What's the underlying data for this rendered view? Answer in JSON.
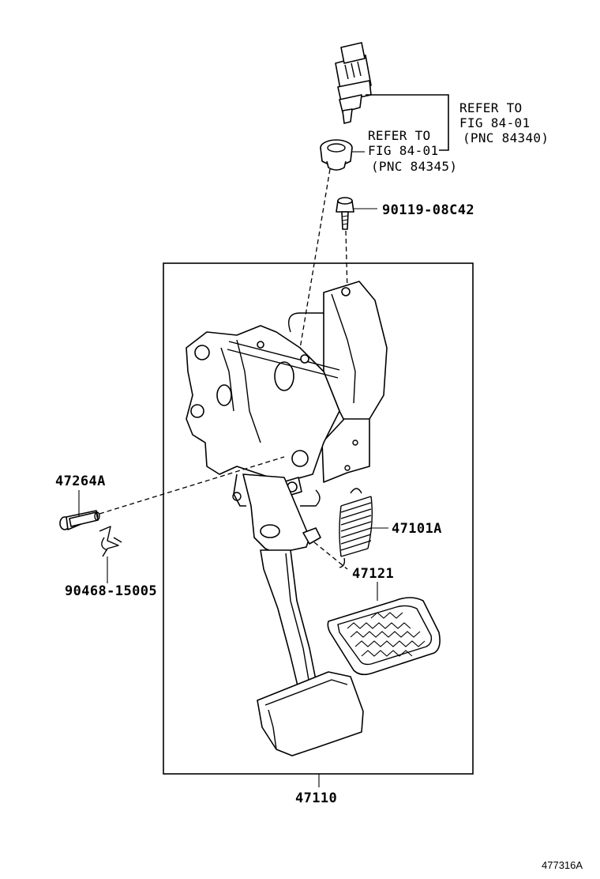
{
  "labels": {
    "refer_switch_line1": "REFER TO",
    "refer_switch_line2": "FIG 84-01",
    "refer_switch_line3": "(PNC 84340)",
    "refer_bushing_line1": "REFER TO",
    "refer_bushing_line2": "FIG 84-01",
    "refer_bushing_line3": "(PNC 84345)",
    "bolt": "90119-08C42",
    "pin": "47264A",
    "clip": "90468-15005",
    "spring": "47101A",
    "cushion": "47121",
    "pedal_assy": "47110",
    "figure_code": "477316A"
  }
}
